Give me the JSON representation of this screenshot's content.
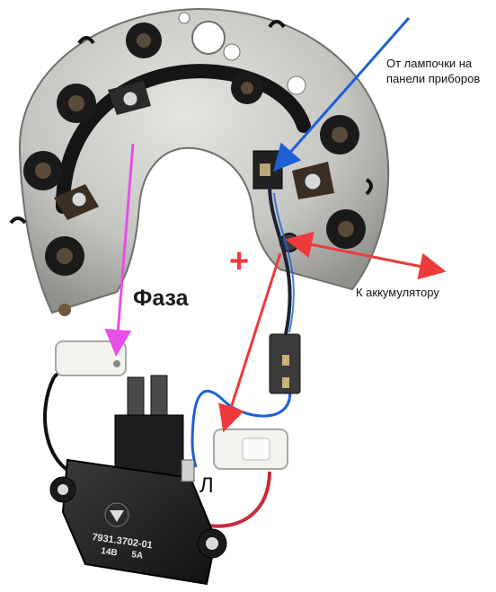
{
  "labels": {
    "lamp": "От лампочки на панели приборов",
    "battery": "К аккумулятору",
    "phase": "Фаза",
    "plus": "+",
    "l": "Л"
  },
  "regulator": {
    "part_number": "7931.3702-01",
    "spec_voltage": "14В",
    "spec_current": "5А"
  },
  "colors": {
    "arrow_blue": "#1f5fd6",
    "arrow_red": "#ee3a3a",
    "arrow_magenta": "#e84fe8"
  }
}
